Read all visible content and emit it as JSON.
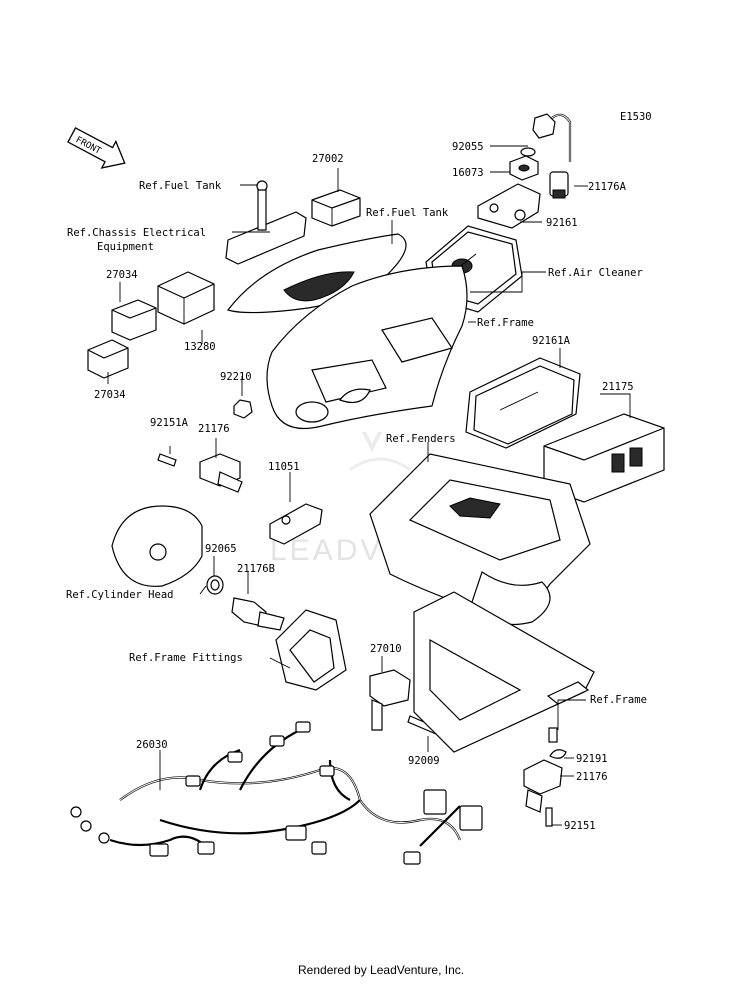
{
  "diagram_id": "E1530",
  "front_label": "FRONT",
  "watermark": "LEADVENTURE",
  "footer": "Rendered by LeadVenture, Inc.",
  "labels": {
    "p92055": "92055",
    "p16073": "16073",
    "p21176A": "21176A",
    "p92161": "92161",
    "p27002": "27002",
    "ref_fuel_tank_1": "Ref.Fuel Tank",
    "ref_fuel_tank_2": "Ref.Fuel Tank",
    "ref_chassis_1": "Ref.Chassis Electrical",
    "ref_chassis_2": "Equipment",
    "ref_air_cleaner": "Ref.Air Cleaner",
    "p27034_top": "27034",
    "p27034_bottom": "27034",
    "p13280": "13280",
    "ref_frame_1": "Ref.Frame",
    "p92161A": "92161A",
    "p92210": "92210",
    "p21175": "21175",
    "p92151A": "92151A",
    "p21176_a": "21176",
    "ref_fenders": "Ref.Fenders",
    "p11051": "11051",
    "p92065": "92065",
    "ref_cyl_head": "Ref.Cylinder Head",
    "p21176B": "21176B",
    "ref_frame_fittings": "Ref.Frame Fittings",
    "p27010": "27010",
    "ref_frame_2": "Ref.Frame",
    "p92009": "92009",
    "p26030": "26030",
    "p92191": "92191",
    "p21176_b": "21176",
    "p92151": "92151"
  }
}
